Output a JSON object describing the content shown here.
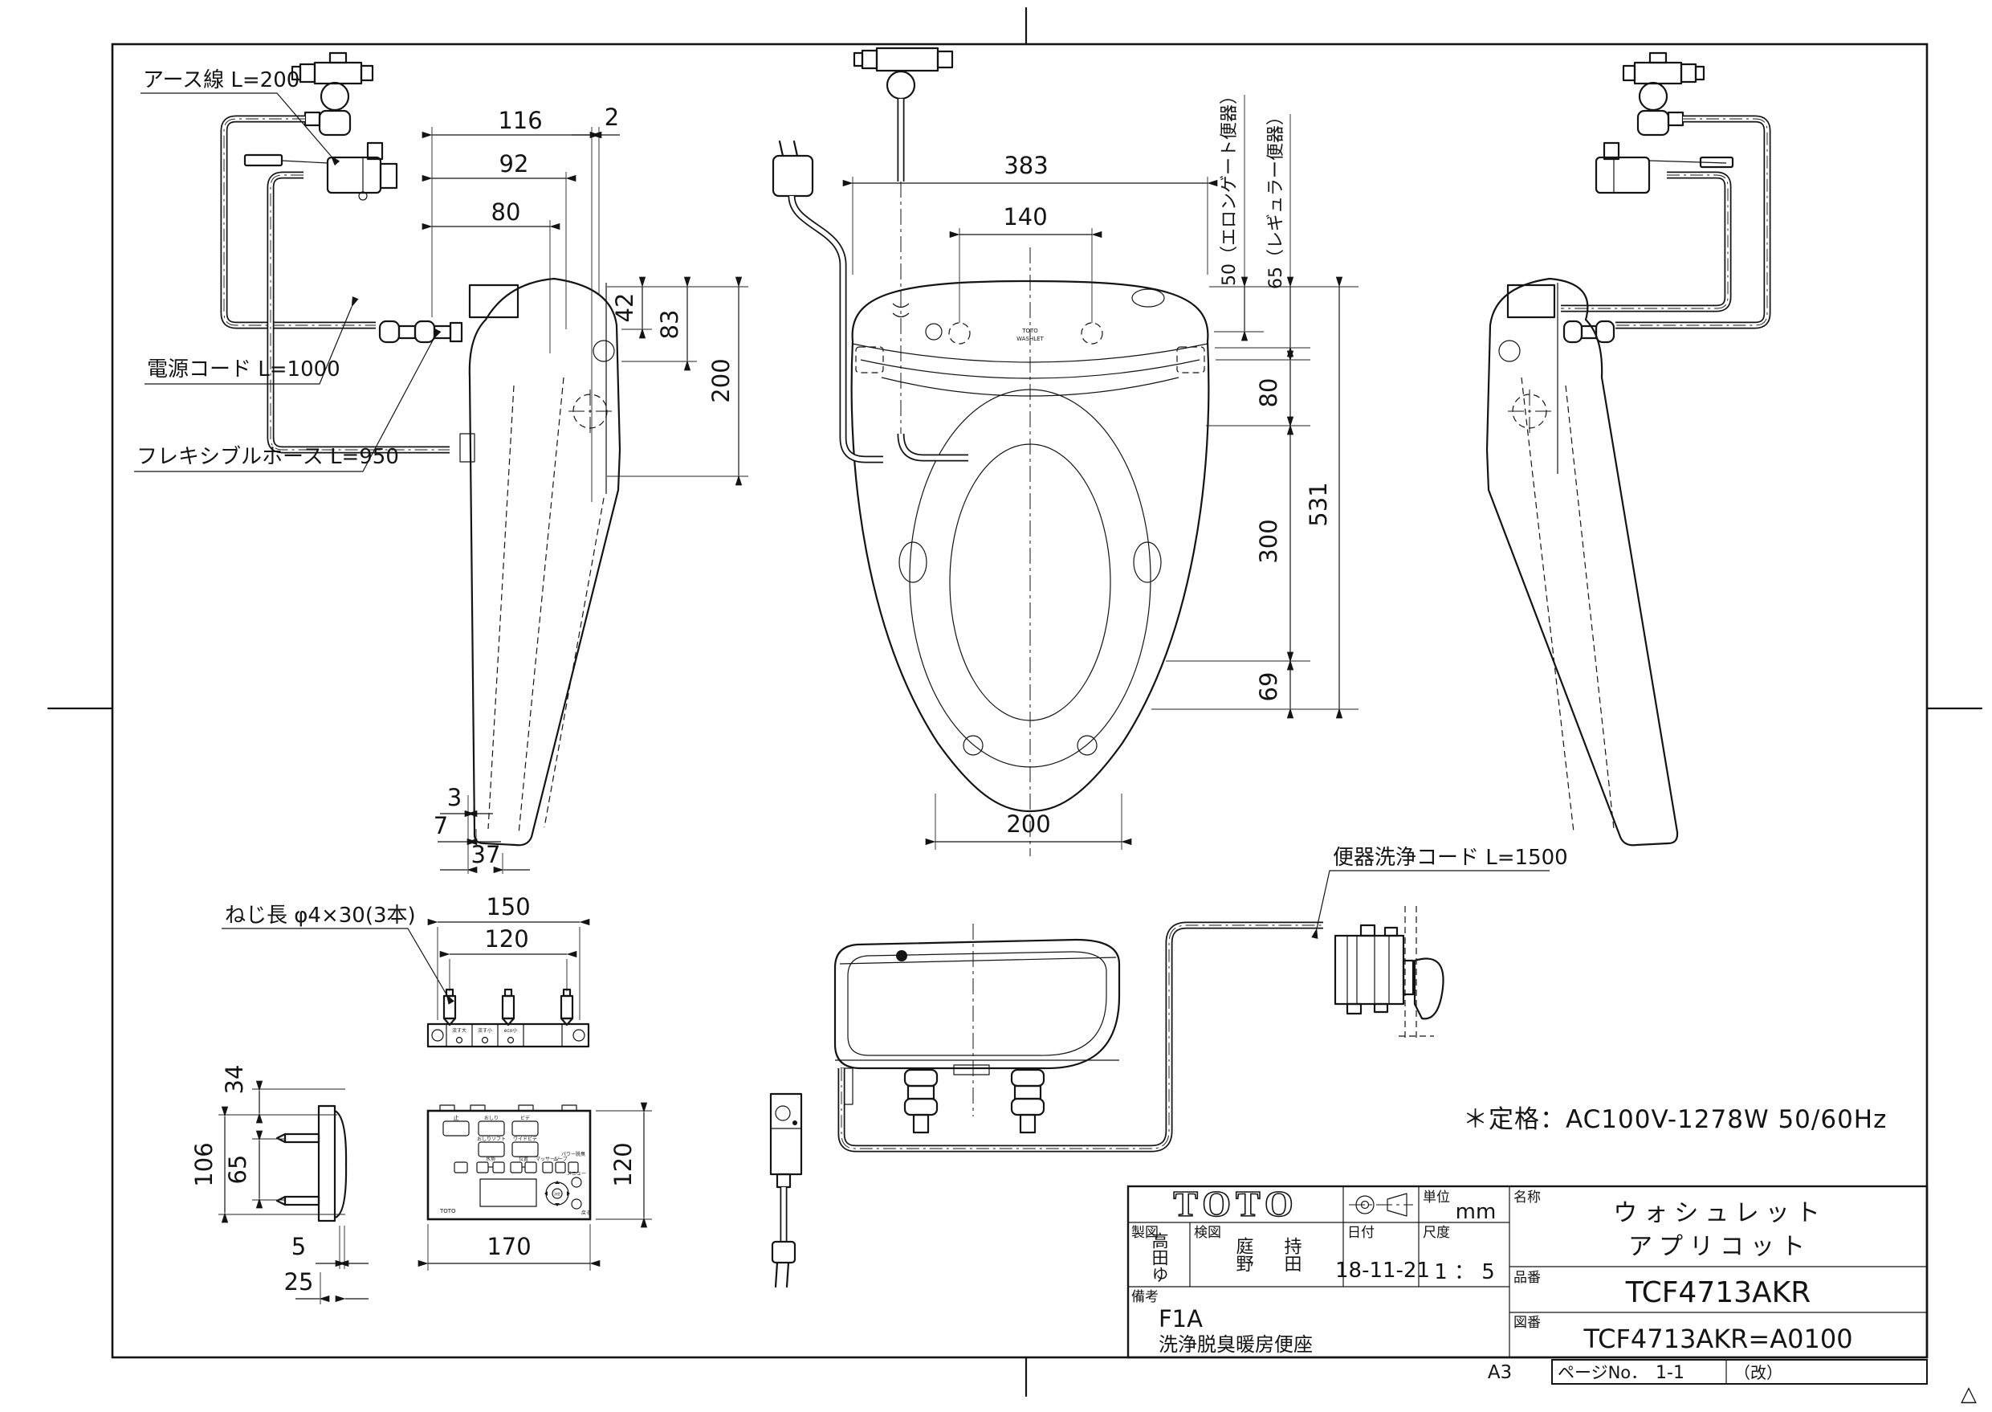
{
  "paper": {
    "size": "A3",
    "revision_mark": "△",
    "page_label": "ページNo．",
    "page_no": "1-1",
    "rev_label": "（改）"
  },
  "annotations": {
    "earth_wire": "アース線  L=200",
    "power_cord": "電源コード  L=1000",
    "flexible_hose": "フレキシブルホース  L=950",
    "screw_note": "ねじ長  φ4×30(3本)",
    "flush_cord": "便器洗浄コード  L=1500",
    "rating": "＊定格：AC100V-1278W  50/60Hz"
  },
  "dims": {
    "side": {
      "d116": "116",
      "d2": "2",
      "d92": "92",
      "d80": "80",
      "d42": "42",
      "d83": "83",
      "d200": "200",
      "d3": "3",
      "d7": "7",
      "d37": "37"
    },
    "top": {
      "d383": "383",
      "d140": "140",
      "d50": "50（エロンゲート便器）",
      "d65": "65（レギュラー便器）",
      "d80": "80",
      "d300": "300",
      "d69": "69",
      "d531": "531",
      "d200": "200"
    },
    "plate": {
      "d150": "150",
      "d120": "120",
      "d34": "34",
      "d106": "106",
      "d65": "65",
      "d5": "5",
      "d25": "25"
    },
    "remote": {
      "d170": "170",
      "d120": "120"
    }
  },
  "seat": {
    "logo_line1": "TOTO",
    "logo_line2": "WASHLET"
  },
  "plate_buttons": {
    "flush_large": "流す大",
    "flush_small": "流す小",
    "eco_small": "eco小"
  },
  "remote": {
    "brand": "TOTO",
    "stop": "止",
    "oshiri": "おしり",
    "bidet": "ビデ",
    "oshiri_soft": "おしりソフト",
    "wide_bidet": "ワイドビデ",
    "water_pressure": "水勢",
    "position": "位置",
    "massage": "マッサージ",
    "move": "ムーブ",
    "deodorizer": "パワー脱臭",
    "ok": "決定",
    "menu": "メニュー",
    "back": "戻る"
  },
  "title_block": {
    "logo": "TOTO",
    "unit_label": "単位",
    "unit_value": "mm",
    "drafter_label": "製図",
    "drafter": "高田ゆ",
    "checker_label": "検図",
    "checker_1": "庭野",
    "checker_2": "持田",
    "date_label": "日付",
    "date": "18-11-21",
    "scale_label": "尺度",
    "scale": "1 ： 5",
    "notes_label": "備考",
    "notes_code": "F1A",
    "notes_desc": "洗浄脱臭暖房便座",
    "name_label": "名称",
    "name_line1": "ウォシュレット",
    "name_line2": "アプリコット",
    "part_label": "品番",
    "part_no": "TCF4713AKR",
    "drawing_label": "図番",
    "drawing_no": "TCF4713AKR=A0100"
  }
}
